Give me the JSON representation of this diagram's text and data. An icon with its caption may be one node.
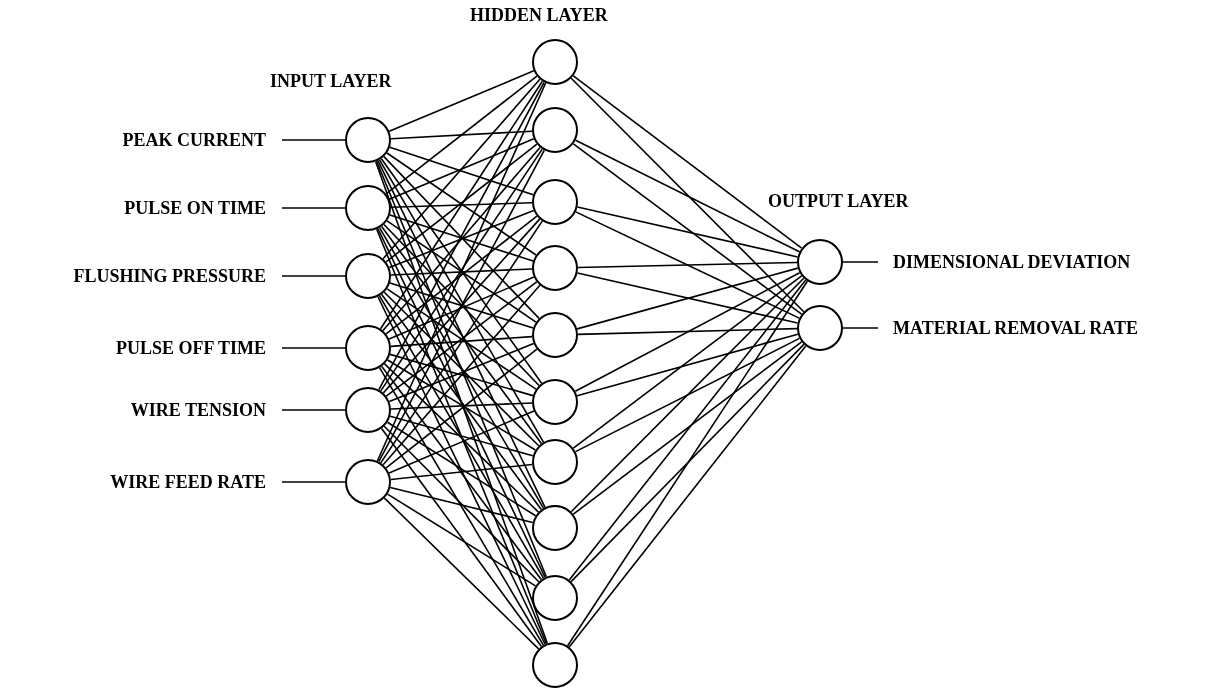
{
  "diagram": {
    "nodes": [
      {
        "text": [
          "PEAK CURRENT"
        ]
      },
      {
        "text": [
          "PULSE ON TIME"
        ]
      },
      {
        "text": [
          "FLUSHING PRESSURE"
        ]
      },
      {
        "text": [
          "PULSE OFF TIME"
        ]
      },
      {
        "text": [
          "WIRE TENSION"
        ]
      },
      {
        "text": [
          "WIRE FEED RATE"
        ]
      },
      {
        "text": [],
        "shape": "circle"
      },
      {
        "text": [],
        "shape": "circle"
      },
      {
        "text": [],
        "shape": "circle"
      },
      {
        "text": [],
        "shape": "circle"
      },
      {
        "text": [],
        "shape": "circle"
      },
      {
        "text": [],
        "shape": "circle"
      },
      {
        "text": [],
        "shape": "circle"
      },
      {
        "text": [],
        "shape": "circle"
      },
      {
        "text": [],
        "shape": "circle"
      },
      {
        "text": [],
        "shape": "circle"
      },
      {
        "text": [],
        "shape": "circle"
      },
      {
        "text": [],
        "shape": "circle"
      },
      {
        "text": [],
        "shape": "circle"
      },
      {
        "text": [],
        "shape": "circle"
      },
      {
        "text": [],
        "shape": "circle"
      },
      {
        "text": [],
        "shape": "circle"
      },
      {
        "text": [],
        "shape": "circle"
      },
      {
        "text": [],
        "shape": "circle"
      },
      {
        "text": [
          "DIMENSIONAL DEVIATION"
        ]
      },
      {
        "text": [
          "MATERIAL REMOVAL RATE"
        ]
      }
    ],
    "edges": [
      {
        "from": 0,
        "to": 6,
        "arrow": "none"
      },
      {
        "from": 1,
        "to": 7,
        "arrow": "none"
      },
      {
        "from": 2,
        "to": 8,
        "arrow": "none"
      },
      {
        "from": 3,
        "to": 9,
        "arrow": "none"
      },
      {
        "from": 4,
        "to": 10,
        "arrow": "none"
      },
      {
        "from": 5,
        "to": 11,
        "arrow": "none"
      },
      {
        "from": 6,
        "to": 12,
        "arrow": "none"
      },
      {
        "from": 6,
        "to": 13,
        "arrow": "none"
      },
      {
        "from": 6,
        "to": 14,
        "arrow": "none"
      },
      {
        "from": 6,
        "to": 15,
        "arrow": "none"
      },
      {
        "from": 6,
        "to": 16,
        "arrow": "none"
      },
      {
        "from": 6,
        "to": 17,
        "arrow": "none"
      },
      {
        "from": 6,
        "to": 18,
        "arrow": "none"
      },
      {
        "from": 6,
        "to": 19,
        "arrow": "none"
      },
      {
        "from": 6,
        "to": 20,
        "arrow": "none"
      },
      {
        "from": 6,
        "to": 21,
        "arrow": "none"
      },
      {
        "from": 7,
        "to": 12,
        "arrow": "none"
      },
      {
        "from": 7,
        "to": 13,
        "arrow": "none"
      },
      {
        "from": 7,
        "to": 14,
        "arrow": "none"
      },
      {
        "from": 7,
        "to": 15,
        "arrow": "none"
      },
      {
        "from": 7,
        "to": 16,
        "arrow": "none"
      },
      {
        "from": 7,
        "to": 17,
        "arrow": "none"
      },
      {
        "from": 7,
        "to": 18,
        "arrow": "none"
      },
      {
        "from": 7,
        "to": 19,
        "arrow": "none"
      },
      {
        "from": 7,
        "to": 20,
        "arrow": "none"
      },
      {
        "from": 7,
        "to": 21,
        "arrow": "none"
      },
      {
        "from": 8,
        "to": 12,
        "arrow": "none"
      },
      {
        "from": 8,
        "to": 13,
        "arrow": "none"
      },
      {
        "from": 8,
        "to": 14,
        "arrow": "none"
      },
      {
        "from": 8,
        "to": 15,
        "arrow": "none"
      },
      {
        "from": 8,
        "to": 16,
        "arrow": "none"
      },
      {
        "from": 8,
        "to": 17,
        "arrow": "none"
      },
      {
        "from": 8,
        "to": 18,
        "arrow": "none"
      },
      {
        "from": 8,
        "to": 19,
        "arrow": "none"
      },
      {
        "from": 8,
        "to": 20,
        "arrow": "none"
      },
      {
        "from": 8,
        "to": 21,
        "arrow": "none"
      },
      {
        "from": 9,
        "to": 12,
        "arrow": "none"
      },
      {
        "from": 9,
        "to": 13,
        "arrow": "none"
      },
      {
        "from": 9,
        "to": 14,
        "arrow": "none"
      },
      {
        "from": 9,
        "to": 15,
        "arrow": "none"
      },
      {
        "from": 9,
        "to": 16,
        "arrow": "none"
      },
      {
        "from": 9,
        "to": 17,
        "arrow": "none"
      },
      {
        "from": 9,
        "to": 18,
        "arrow": "none"
      },
      {
        "from": 9,
        "to": 19,
        "arrow": "none"
      },
      {
        "from": 9,
        "to": 20,
        "arrow": "none"
      },
      {
        "from": 9,
        "to": 21,
        "arrow": "none"
      },
      {
        "from": 10,
        "to": 12,
        "arrow": "none"
      },
      {
        "from": 10,
        "to": 13,
        "arrow": "none"
      },
      {
        "from": 10,
        "to": 14,
        "arrow": "none"
      },
      {
        "from": 10,
        "to": 15,
        "arrow": "none"
      },
      {
        "from": 10,
        "to": 16,
        "arrow": "none"
      },
      {
        "from": 10,
        "to": 17,
        "arrow": "none"
      },
      {
        "from": 10,
        "to": 18,
        "arrow": "none"
      },
      {
        "from": 10,
        "to": 19,
        "arrow": "none"
      },
      {
        "from": 10,
        "to": 20,
        "arrow": "none"
      },
      {
        "from": 10,
        "to": 21,
        "arrow": "none"
      },
      {
        "from": 11,
        "to": 12,
        "arrow": "none"
      },
      {
        "from": 11,
        "to": 13,
        "arrow": "none"
      },
      {
        "from": 11,
        "to": 14,
        "arrow": "none"
      },
      {
        "from": 11,
        "to": 15,
        "arrow": "none"
      },
      {
        "from": 11,
        "to": 16,
        "arrow": "none"
      },
      {
        "from": 11,
        "to": 17,
        "arrow": "none"
      },
      {
        "from": 11,
        "to": 18,
        "arrow": "none"
      },
      {
        "from": 11,
        "to": 19,
        "arrow": "none"
      },
      {
        "from": 11,
        "to": 20,
        "arrow": "none"
      },
      {
        "from": 11,
        "to": 21,
        "arrow": "none"
      },
      {
        "from": 12,
        "to": 22,
        "arrow": "none"
      },
      {
        "from": 12,
        "to": 23,
        "arrow": "none"
      },
      {
        "from": 13,
        "to": 22,
        "arrow": "none"
      },
      {
        "from": 13,
        "to": 23,
        "arrow": "none"
      },
      {
        "from": 14,
        "to": 22,
        "arrow": "none"
      },
      {
        "from": 14,
        "to": 23,
        "arrow": "none"
      },
      {
        "from": 15,
        "to": 22,
        "arrow": "none"
      },
      {
        "from": 15,
        "to": 23,
        "arrow": "none"
      },
      {
        "from": 16,
        "to": 22,
        "arrow": "none"
      },
      {
        "from": 16,
        "to": 23,
        "arrow": "none"
      },
      {
        "from": 17,
        "to": 22,
        "arrow": "none"
      },
      {
        "from": 17,
        "to": 23,
        "arrow": "none"
      },
      {
        "from": 18,
        "to": 22,
        "arrow": "none"
      },
      {
        "from": 18,
        "to": 23,
        "arrow": "none"
      },
      {
        "from": 19,
        "to": 22,
        "arrow": "none"
      },
      {
        "from": 19,
        "to": 23,
        "arrow": "none"
      },
      {
        "from": 20,
        "to": 22,
        "arrow": "none"
      },
      {
        "from": 20,
        "to": 23,
        "arrow": "none"
      },
      {
        "from": 21,
        "to": 22,
        "arrow": "none"
      },
      {
        "from": 21,
        "to": 23,
        "arrow": "none"
      },
      {
        "from": 22,
        "to": 24,
        "arrow": "none"
      },
      {
        "from": 23,
        "to": 25,
        "arrow": "none"
      }
    ],
    "labels": [
      "HIDDEN LAYER",
      "INPUT LAYER",
      "OUTPUT LAYER"
    ]
  }
}
